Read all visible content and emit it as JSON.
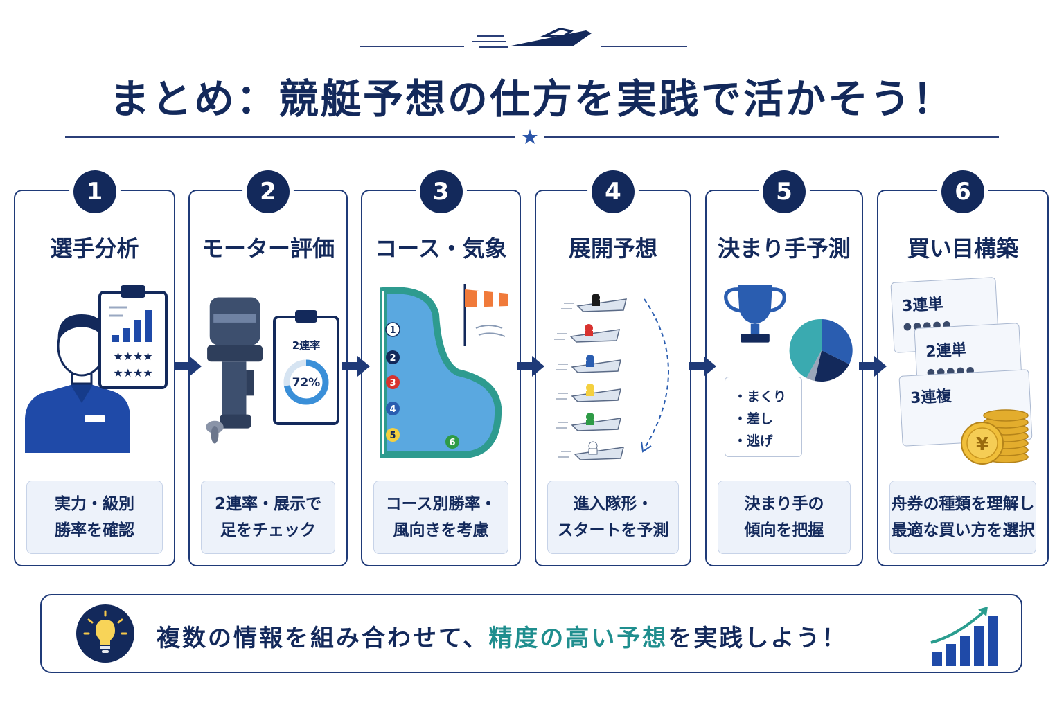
{
  "title": "まとめ：競艇予想の仕方を実践で活かそう！",
  "steps": [
    {
      "number": "1",
      "title": "選手分析",
      "caption_line1": "実力・級別",
      "caption_line2": "勝率を確認"
    },
    {
      "number": "2",
      "title": "モーター評価",
      "caption_line1": "2連率・展示で",
      "caption_line2": "足をチェック",
      "gauge_label": "2連率",
      "gauge_value": "72%",
      "gauge_fraction": 0.72
    },
    {
      "number": "3",
      "title": "コース・気象",
      "caption_line1": "コース別勝率・",
      "caption_line2": "風向きを考慮",
      "lanes": [
        "1",
        "2",
        "3",
        "4",
        "5",
        "6"
      ]
    },
    {
      "number": "4",
      "title": "展開予想",
      "caption_line1": "進入隊形・",
      "caption_line2": "スタートを予測"
    },
    {
      "number": "5",
      "title": "決まり手予測",
      "caption_line1": "決まり手の",
      "caption_line2": "傾向を把握",
      "techniques": [
        "・まくり",
        "・差し",
        "・逃げ"
      ]
    },
    {
      "number": "6",
      "title": "買い目構築",
      "caption_line1": "舟券の種類を理解し",
      "caption_line2": "最適な買い方を選択",
      "tickets": [
        "3連単",
        "2連単",
        "3連複"
      ],
      "coin_symbol": "¥"
    }
  ],
  "footer": {
    "text_before": "複数の情報を組み合わせて、",
    "highlight": "精度の高い予想",
    "text_after": "を実践しよう！"
  },
  "colors": {
    "navy": "#13295b",
    "teal": "#1f8e8e",
    "blue": "#2a5db0",
    "light_bg": "#edf2fa"
  }
}
